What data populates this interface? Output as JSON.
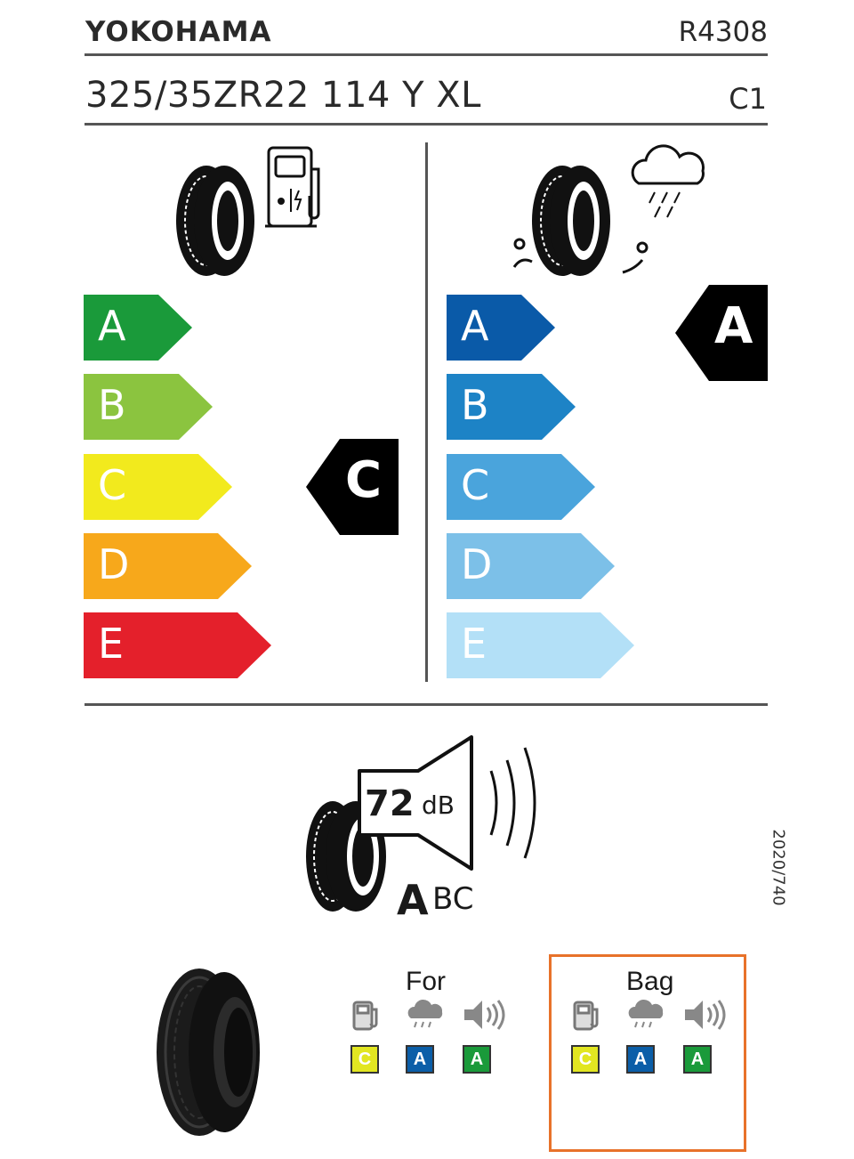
{
  "header": {
    "brand": "YOKOHAMA",
    "reg_number": "R4308",
    "tyre_size": "325/35ZR22 114 Y XL",
    "tyre_class": "C1"
  },
  "fuel_efficiency": {
    "scale": [
      {
        "label": "A",
        "color": "#1a9a3a"
      },
      {
        "label": "B",
        "color": "#8bc43f"
      },
      {
        "label": "C",
        "color": "#f2ea1d"
      },
      {
        "label": "D",
        "color": "#f7a81b"
      },
      {
        "label": "E",
        "color": "#e4202b"
      }
    ],
    "rating": "C"
  },
  "wet_grip": {
    "scale": [
      {
        "label": "A",
        "color": "#0a5aa8"
      },
      {
        "label": "B",
        "color": "#1d83c6"
      },
      {
        "label": "C",
        "color": "#4aa4dc"
      },
      {
        "label": "D",
        "color": "#7cc0e8"
      },
      {
        "label": "E",
        "color": "#b3e0f7"
      }
    ],
    "rating": "A"
  },
  "noise": {
    "value": "72",
    "unit": "dB",
    "class_selected": "A",
    "class_rest": "BC"
  },
  "regulation": "2020/740",
  "comparison": [
    {
      "title": "For",
      "fuel": {
        "grade": "C",
        "color": "#e2e621"
      },
      "wet": {
        "grade": "A",
        "color": "#0b5ea8"
      },
      "noise": {
        "grade": "A",
        "color": "#1a9a3a"
      }
    },
    {
      "title": "Bag",
      "fuel": {
        "grade": "C",
        "color": "#e2e621"
      },
      "wet": {
        "grade": "A",
        "color": "#0b5ea8"
      },
      "noise": {
        "grade": "A",
        "color": "#1a9a3a"
      }
    }
  ]
}
